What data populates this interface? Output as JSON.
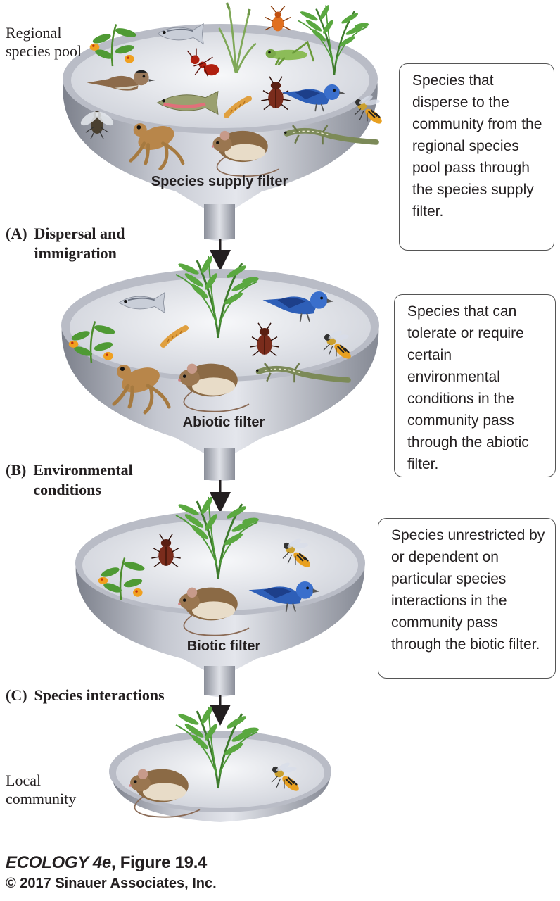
{
  "labels": {
    "regional_pool": "Regional species pool",
    "local_community": "Local community"
  },
  "filters": [
    {
      "name": "Species supply filter",
      "step_letter": "(A)",
      "step_text": "Dispersal and immigration",
      "callout": "Species that disperse to the community from the regional species pool pass through the species supply filter."
    },
    {
      "name": "Abiotic filter",
      "step_letter": "(B)",
      "step_text": "Environmental conditions",
      "callout": "Species that can tolerate or require certain environmental conditions in the community pass through the abiotic filter."
    },
    {
      "name": "Biotic filter",
      "step_letter": "(C)",
      "step_text": "Species interactions",
      "callout": "Species unrestricted by or dependent on particular species interactions in the community pass through the biotic filter."
    }
  ],
  "species_icons": {
    "pool": [
      "flower-plant",
      "fish",
      "grass",
      "beetle-orange",
      "fern",
      "grasshopper",
      "ant",
      "bird-warbler",
      "trout",
      "larva",
      "beetle-brown",
      "bird-blue",
      "wasp",
      "fly",
      "frog",
      "mouse",
      "lizard"
    ],
    "after_supply": [
      "fish",
      "fern",
      "bird-blue",
      "flower-plant",
      "larva",
      "beetle-brown",
      "wasp",
      "frog",
      "mouse",
      "lizard"
    ],
    "after_abiotic": [
      "fern",
      "beetle-brown",
      "wasp",
      "flower-plant",
      "mouse",
      "bird-blue"
    ],
    "local": [
      "mouse",
      "fern",
      "wasp"
    ]
  },
  "colors": {
    "funnel_rim": "#c9ccd6",
    "funnel_body": "#a9adb8",
    "funnel_inner": "#eef0f4",
    "arrow": "#231f20"
  },
  "footer": {
    "title_italic": "ECOLOGY 4e",
    "title_rest": ", Figure 19.4",
    "copyright": "© 2017 Sinauer Associates, Inc."
  }
}
